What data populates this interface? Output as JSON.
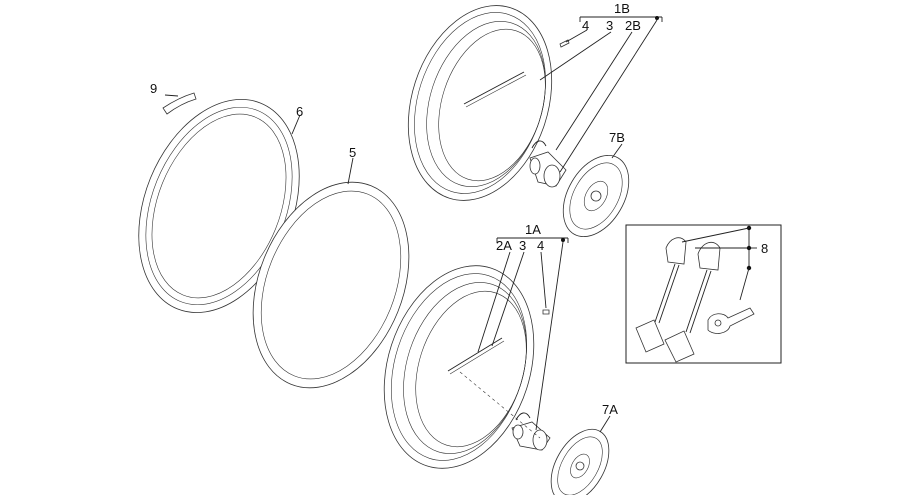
{
  "diagram": {
    "labels": {
      "rim_tape": "9",
      "tyre": "6",
      "inner_tube": "5",
      "rear_wheel_assembly": "1B",
      "front_wheel_assembly": "1A",
      "rear_valve": "4",
      "rear_spoke": "3",
      "rear_hub": "2B",
      "rear_disc": "7B",
      "front_hub": "2A",
      "front_spoke": "3",
      "front_valve": "4",
      "front_disc": "7A",
      "quick_release": "8"
    },
    "colors": {
      "line": "#222222",
      "background": "#ffffff"
    }
  }
}
